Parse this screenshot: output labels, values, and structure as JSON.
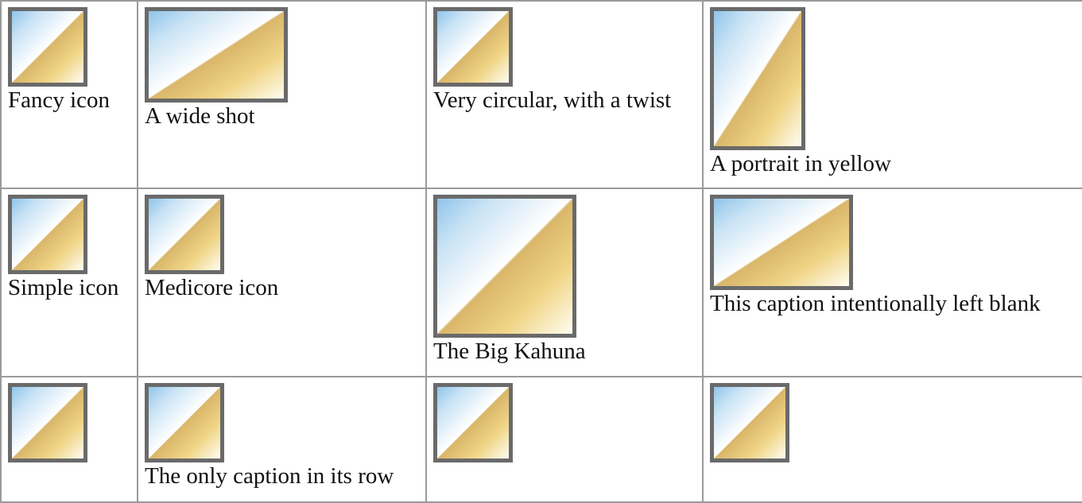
{
  "gallery": {
    "rows": [
      {
        "cells": [
          {
            "caption": "Fancy icon",
            "image": "sq"
          },
          {
            "caption": "A wide shot",
            "image": "wide"
          },
          {
            "caption": "Very circular, with a twist",
            "image": "sq"
          },
          {
            "caption": "A portrait in yellow",
            "image": "tall"
          }
        ]
      },
      {
        "cells": [
          {
            "caption": "Simple icon",
            "image": "sq"
          },
          {
            "caption": "Medicore icon",
            "image": "sq"
          },
          {
            "caption": "The Big Kahuna",
            "image": "big"
          },
          {
            "caption": "This caption intentionally left blank",
            "image": "wide"
          }
        ]
      },
      {
        "cells": [
          {
            "caption": "",
            "image": "sq"
          },
          {
            "caption": "The only caption in its row",
            "image": "sq"
          },
          {
            "caption": "",
            "image": "sq"
          },
          {
            "caption": "",
            "image": "sq"
          }
        ]
      }
    ],
    "colors": {
      "frame": "#6a6a6a",
      "grid": "#9a9a9a",
      "sky": "#8fc4ea",
      "sand": "#f0d587"
    }
  }
}
